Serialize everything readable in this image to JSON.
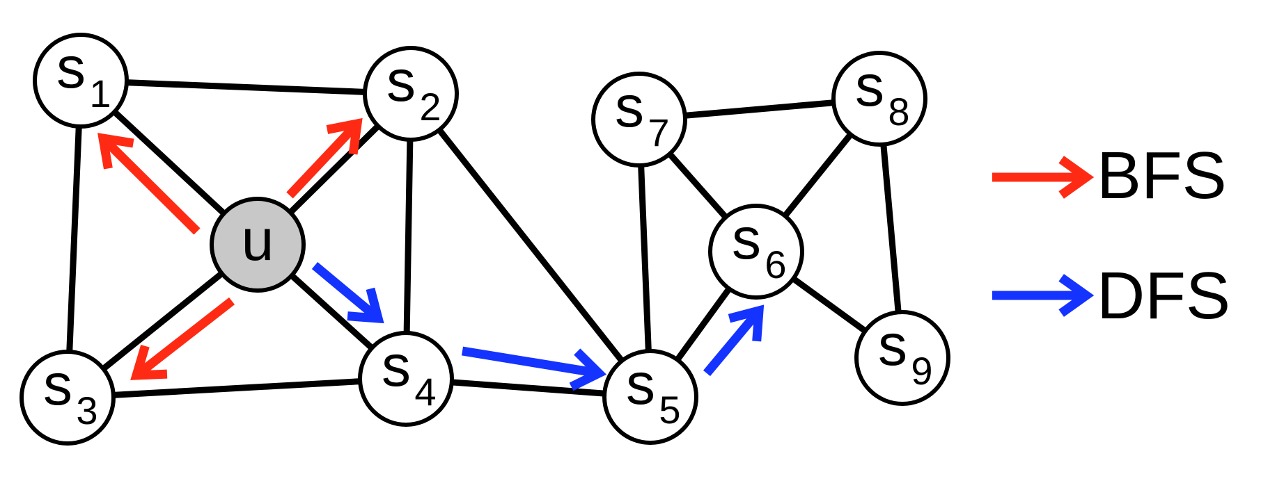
{
  "graph": {
    "nodes": [
      {
        "id": "u",
        "label": "u",
        "sub": "",
        "start": true
      },
      {
        "id": "s1",
        "label": "s",
        "sub": "1"
      },
      {
        "id": "s2",
        "label": "s",
        "sub": "2"
      },
      {
        "id": "s3",
        "label": "s",
        "sub": "3"
      },
      {
        "id": "s4",
        "label": "s",
        "sub": "4"
      },
      {
        "id": "s5",
        "label": "s",
        "sub": "5"
      },
      {
        "id": "s6",
        "label": "s",
        "sub": "6"
      },
      {
        "id": "s7",
        "label": "s",
        "sub": "7"
      },
      {
        "id": "s8",
        "label": "s",
        "sub": "8"
      },
      {
        "id": "s9",
        "label": "s",
        "sub": "9"
      }
    ],
    "edges": [
      [
        "s1",
        "s2"
      ],
      [
        "s1",
        "u"
      ],
      [
        "s1",
        "s3"
      ],
      [
        "u",
        "s2"
      ],
      [
        "u",
        "s3"
      ],
      [
        "u",
        "s4"
      ],
      [
        "s2",
        "s4"
      ],
      [
        "s2",
        "s5"
      ],
      [
        "s3",
        "s4"
      ],
      [
        "s4",
        "s5"
      ],
      [
        "s5",
        "s7"
      ],
      [
        "s5",
        "s6"
      ],
      [
        "s7",
        "s8"
      ],
      [
        "s7",
        "s6"
      ],
      [
        "s6",
        "s8"
      ],
      [
        "s6",
        "s9"
      ],
      [
        "s8",
        "s9"
      ]
    ],
    "traversals": [
      {
        "name": "BFS",
        "color": "#ff2a14",
        "arrows": [
          [
            "u",
            "s1"
          ],
          [
            "u",
            "s2"
          ],
          [
            "u",
            "s3"
          ]
        ]
      },
      {
        "name": "DFS",
        "color": "#1433ff",
        "arrows": [
          [
            "u",
            "s4"
          ],
          [
            "s4",
            "s5"
          ],
          [
            "s5",
            "s6"
          ]
        ]
      }
    ]
  },
  "legend": {
    "bfs_label": "BFS",
    "bfs_color": "#ff2a14",
    "dfs_label": "DFS",
    "dfs_color": "#1433ff"
  }
}
